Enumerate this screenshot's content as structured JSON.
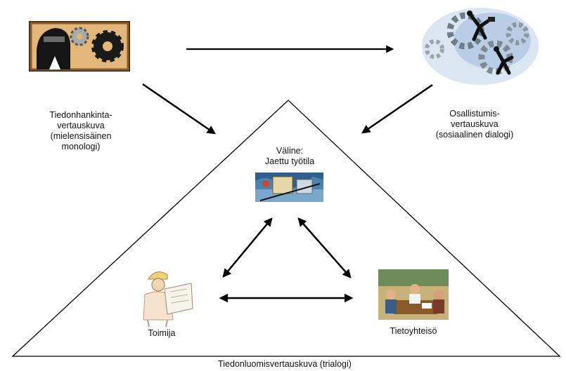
{
  "diagram": {
    "acquisition_label": "Tiedonhankinta-\nvertauskuva\n(mielensisäinen\nmonologi)",
    "participation_label": "Osallistumis-\nvertauskuva\n(sosiaalinen dialogi)",
    "medium_label": "Väline:\nJaettu työtila",
    "actor_label": "Toimija",
    "community_label": "Tietoyhteisö",
    "creation_label": "Tiedonluomisvertauskuva (trialogi)"
  },
  "icons": {
    "acquisition": "thinking-head-gears-icon",
    "participation": "business-people-gears-icon",
    "medium": "shared-workspace-icon",
    "actor": "worker-with-blueprint-icon",
    "community": "meeting-group-icon"
  },
  "colors": {
    "stroke": "#000000",
    "icon_brown": "#8a5a2b",
    "icon_tan": "#e3b77a",
    "icon_blue": "#6a8fc4",
    "icon_gray": "#7d8a92"
  }
}
